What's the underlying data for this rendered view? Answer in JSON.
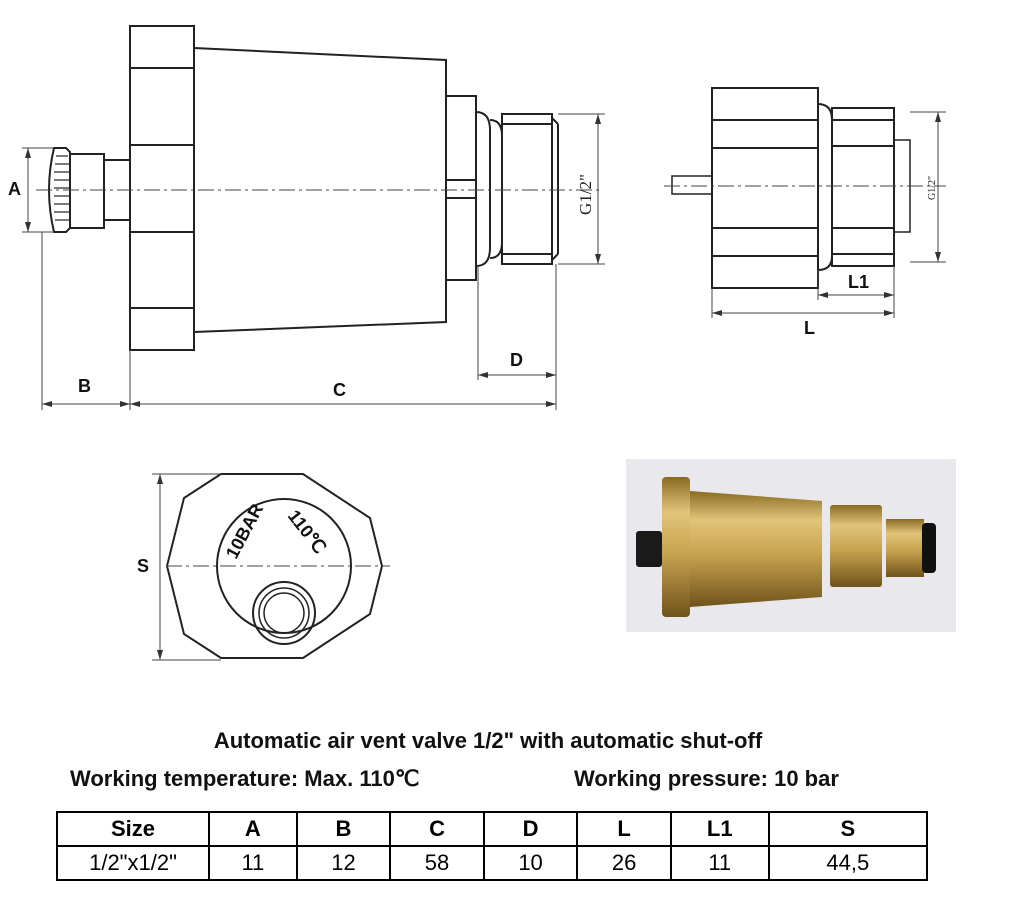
{
  "side_view": {
    "labels": {
      "a": "A",
      "b": "B",
      "c": "C",
      "d": "D",
      "thread": "G1/2\""
    }
  },
  "right_view": {
    "labels": {
      "thread": "G1/2\"",
      "l1": "L1",
      "l": "L"
    }
  },
  "front_view": {
    "label_s": "S",
    "stamp_pressure": "10BAR",
    "stamp_temperature": "110℃"
  },
  "caption": {
    "title": "Automatic air vent valve 1/2\" with automatic shut-off",
    "temperature": "Working temperature: Max. 110℃",
    "pressure": "Working pressure: 10 bar"
  },
  "table": {
    "headers": [
      "Size",
      "A",
      "B",
      "C",
      "D",
      "L",
      "L1",
      "S"
    ],
    "rows": [
      [
        "1/2\"x1/2\"",
        "11",
        "12",
        "58",
        "10",
        "26",
        "11",
        "44,5"
      ]
    ]
  },
  "colors": {
    "brass": "#c7a24e",
    "photo_background": "#e9e8ec",
    "line": "#222222"
  }
}
